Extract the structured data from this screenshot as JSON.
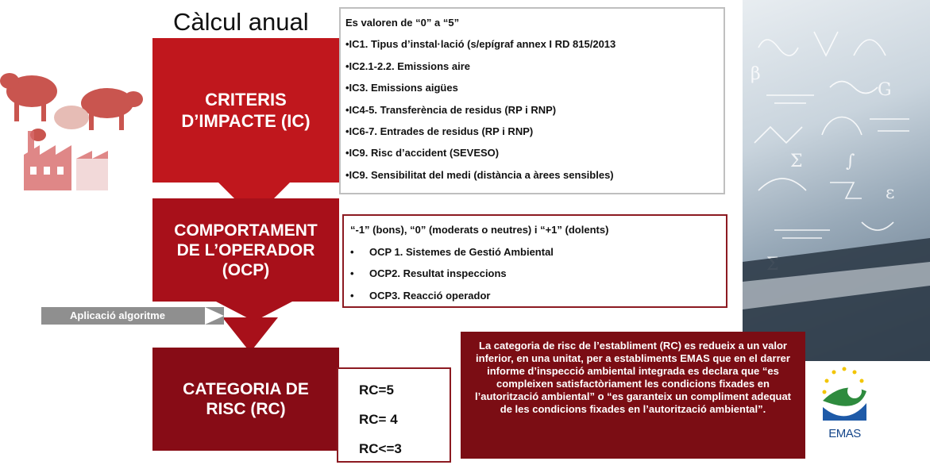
{
  "title": "Càlcul anual",
  "boxes": {
    "ic": "CRITERIS D’IMPACTE (IC)",
    "ocp": "COMPORTAMENT DE L’OPERADOR (OCP)",
    "rc": "CATEGORIA DE RISC (RC)"
  },
  "ic_list": [
    "Es valoren de “0” a “5”",
    "•IC1. Tipus d’instal·lació (s/epígraf annex I RD 815/2013",
    "•IC2.1-2.2. Emissions aire",
    "•IC3. Emissions aigües",
    "•IC4-5. Transferència de residus (RP i RNP)",
    "•IC6-7. Entrades de residus (RP i RNP)",
    "•IC9. Risc d’accident (SEVESO)",
    "•IC9. Sensibilitat del medi (distància a àrees sensibles)"
  ],
  "ocp_list": {
    "intro": "“-1” (bons), “0” (moderats o neutres) i “+1” (dolents)",
    "bullet": "•",
    "items": [
      "OCP 1. Sistemes de Gestió Ambiental",
      "OCP2. Resultat inspeccions",
      "OCP3. Reacció operador"
    ]
  },
  "algorithm_label": "Aplicació algoritme",
  "rc_list": [
    "RC=5",
    "RC= 4",
    "RC<=3"
  ],
  "note": "La categoria de risc de l’establiment (RC) es redueix a un valor inferior, en una unitat, per a establiments EMAS que en el darrer informe d’inspecció ambiental integrada es declara que “es compleixen satisfactòriament les condicions fixades en l’autorització ambiental” o “es garanteix un compliment adequat de les condicions fixades en l’autorització ambiental”.",
  "emas_logo_text": "EMAS",
  "colors": {
    "ic": "#c0171d",
    "ocp": "#a8101a",
    "rc": "#870c16",
    "note": "#7b0d14",
    "algorithm": "#8f8f8f"
  }
}
